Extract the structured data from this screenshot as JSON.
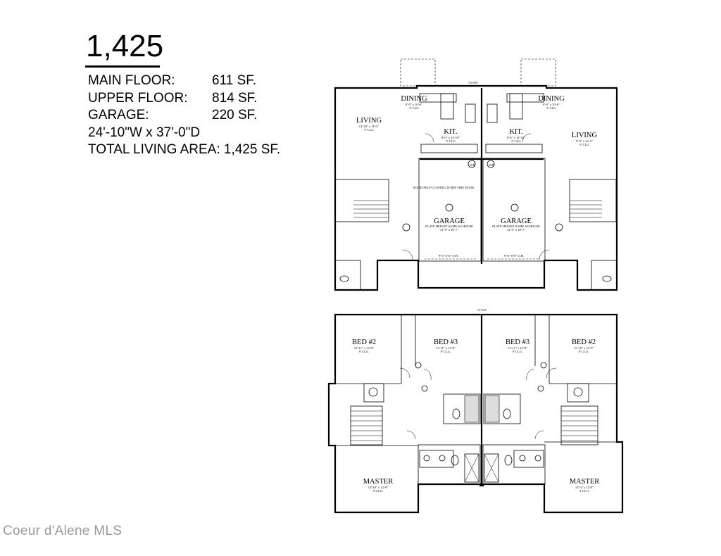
{
  "summary": {
    "title": "1,425",
    "rows": [
      {
        "label": "MAIN FLOOR:",
        "value": "611 SF."
      },
      {
        "label": "UPPER FLOOR:",
        "value": "814 SF."
      },
      {
        "label": "GARAGE:",
        "value": "220 SF."
      }
    ],
    "dimensions": "24'-10\"W x 37'-0\"D",
    "total": "TOTAL LIVING AREA: 1,425 SF."
  },
  "watermark": "Coeur d'Alene MLS",
  "main_floor": {
    "top_label": "CS-WSP",
    "left": {
      "dining": {
        "name": "DINING",
        "dims": "9'-9\" x 10'-6\"",
        "clg": "9' CLG"
      },
      "kitchen": {
        "name": "KIT.",
        "dims": "8'-6\" x 12'-10\"",
        "clg": "9' CLG"
      },
      "living": {
        "name": "LIVING",
        "dims": "12'-10\" x 16'-2\"",
        "clg": "9' CLG"
      },
      "garage": {
        "name": "GARAGE",
        "sub": "PLATE HEIGHT SAME AS HOUSE",
        "dims": "11'-9\" x 18'-7\"",
        "door": "9'-0\" 8'-0\" O.H."
      },
      "fire_door": "SOLID SELF-CLOSING 20 MIN FIRE DOOR",
      "wh": "WH"
    },
    "right": {
      "dining": {
        "name": "DINING",
        "dims": "9'-9\" x 10'-6\"",
        "clg": "9' CLG"
      },
      "kitchen": {
        "name": "KIT.",
        "dims": "8'-6\" x 12'-10\"",
        "clg": "9' CLG"
      },
      "living": {
        "name": "LIVING",
        "dims": "9'-9\" x 16'-2\"",
        "clg": "9' CLG"
      },
      "garage": {
        "name": "GARAGE",
        "sub": "PLATE HEIGHT SAME AS HOUSE",
        "dims": "12'-9\" x 18'-7\"",
        "door": "9'-0\" 8'-0\" O.H."
      },
      "wh": "WH"
    }
  },
  "upper_floor": {
    "top_label": "CS-WSP",
    "left": {
      "bed2": {
        "name": "BED #2",
        "dims": "12'-11\" x 12'-0\"",
        "clg": "9' CLG."
      },
      "bed3": {
        "name": "BED #3",
        "dims": "11'-11\" x 12'-8\"",
        "clg": "9' CLG."
      },
      "master": {
        "name": "MASTER",
        "dims": "14'-10\" x 12'-0\"",
        "clg": "9' CLG."
      }
    },
    "right": {
      "bed3": {
        "name": "BED #3",
        "dims": "11'-11\" x 12'-8\"",
        "clg": "9' CLG."
      },
      "bed2": {
        "name": "BED #2",
        "dims": "11'-10\" x 12'-0\"",
        "clg": "9' CLG."
      },
      "master": {
        "name": "MASTER",
        "dims": "13'-4\" x 12'-0\"",
        "clg": "9' CLG."
      }
    }
  },
  "colors": {
    "ink": "#000000",
    "watermark": "#9a9a9a",
    "background": "#ffffff"
  }
}
